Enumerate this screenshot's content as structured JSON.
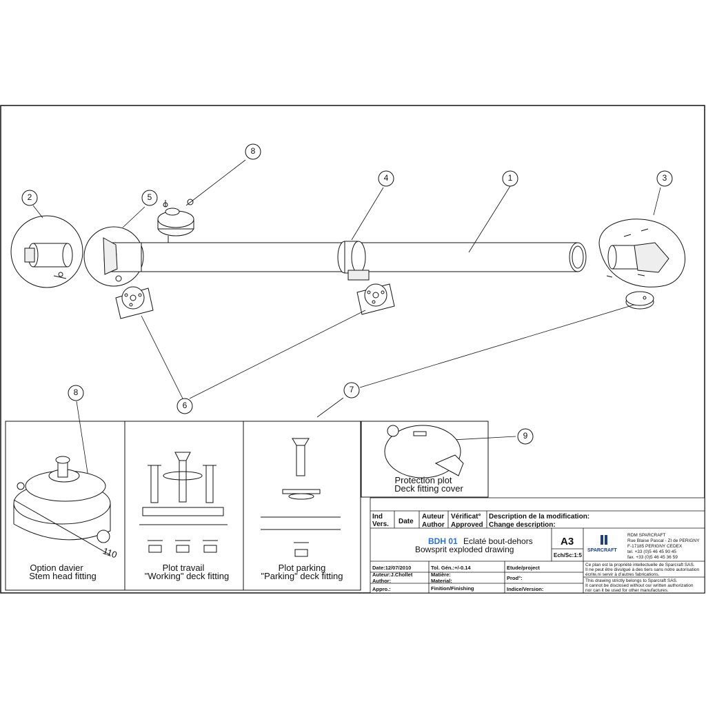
{
  "balloons": {
    "n1": "1",
    "n2": "2",
    "n3": "3",
    "n4": "4",
    "n5": "5",
    "n6": "6",
    "n7": "7",
    "n8_top": "8",
    "n8_detail": "8",
    "n9": "9"
  },
  "dimension": "110",
  "captions": {
    "davier_fr": "Option davier",
    "davier_en": "Stem head fitting",
    "travail_fr": "Plot travail",
    "travail_en": "\"Working\" deck fitting",
    "parking_fr": "Plot parking",
    "parking_en": "\"Parking\" deck fitting",
    "protection_fr": "Protection plot",
    "protection_en": "Deck fitting cover"
  },
  "title_block": {
    "ind": "Ind",
    "vers": "Vers.",
    "date_hdr": "Date",
    "auteur": "Auteur",
    "author": "Author",
    "verificat": "Vérificat°",
    "approved": "Approved",
    "desc_fr": "Description de la modification:",
    "desc_en": "Change description:",
    "ref": "BDH 01",
    "title_fr": "Eclaté bout-dehors",
    "title_en": "Bowsprit exploded drawing",
    "format": "A3",
    "scale": "Ech/Sc:1:5",
    "date": "Date:12/07/2010",
    "tol": "Tol. Gén.:+/-0.14",
    "etude": "Etude/project",
    "auteur_name": "Auteur:J.Chollet",
    "author_lbl": "Author:",
    "matiere": "Matière:",
    "material": "Material:",
    "prod": "Prod°:",
    "appro": "Appro.:",
    "finition": "Finition/Finishing",
    "indice": "Indice/Version:",
    "company": [
      "RDM SPARCRAFT",
      "Rue Blaise Pascal - ZI de PERIGNY",
      "F-17185 PERIGNY CEDEX",
      "tel. +33 (0)5 46 45 90 45",
      "fax. +33 (0)5 46 45 36 59"
    ],
    "logo": "SPARCRAFT",
    "legal": [
      "Ce plan est la propriété intellectuelle de Sparcraft SAS.",
      "Il ne peut être divulgué à des tiers sans notre autorisation",
      "écrite,ni servir à d'autres fabrications.",
      "This drawing strictly belongs to Sparcraft SAS.",
      "It cannot be disclosed without our written authorization",
      "nor can it be used for other manufactures."
    ]
  },
  "colors": {
    "ink": "#111111",
    "ref_blue": "#2a6fd6",
    "logo_blue": "#1b3f8a"
  }
}
